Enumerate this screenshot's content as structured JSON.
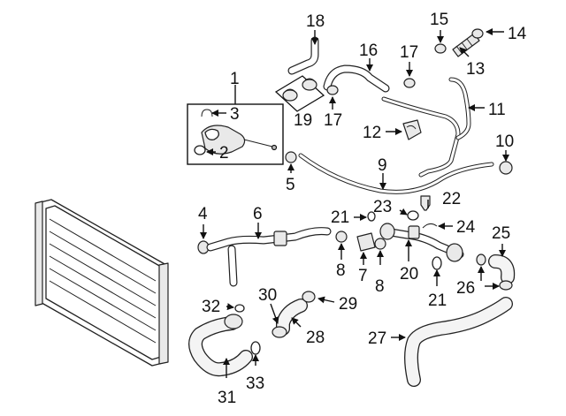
{
  "callouts": {
    "n1": "1",
    "n2": "2",
    "n3": "3",
    "n4": "4",
    "n5": "5",
    "n6": "6",
    "n7": "7",
    "n8a": "8",
    "n8b": "8",
    "n9": "9",
    "n10": "10",
    "n11": "11",
    "n12": "12",
    "n13": "13",
    "n14": "14",
    "n15": "15",
    "n16": "16",
    "n17a": "17",
    "n17b": "17",
    "n18": "18",
    "n19": "19",
    "n20": "20",
    "n21a": "21",
    "n21b": "21",
    "n22": "22",
    "n23": "23",
    "n24": "24",
    "n25": "25",
    "n26": "26",
    "n27": "27",
    "n28": "28",
    "n29": "29",
    "n30": "30",
    "n31": "31",
    "n32": "32",
    "n33": "33"
  },
  "colors": {
    "ink": "#111111",
    "paper": "#ffffff",
    "shade": "#e9e9e9"
  }
}
